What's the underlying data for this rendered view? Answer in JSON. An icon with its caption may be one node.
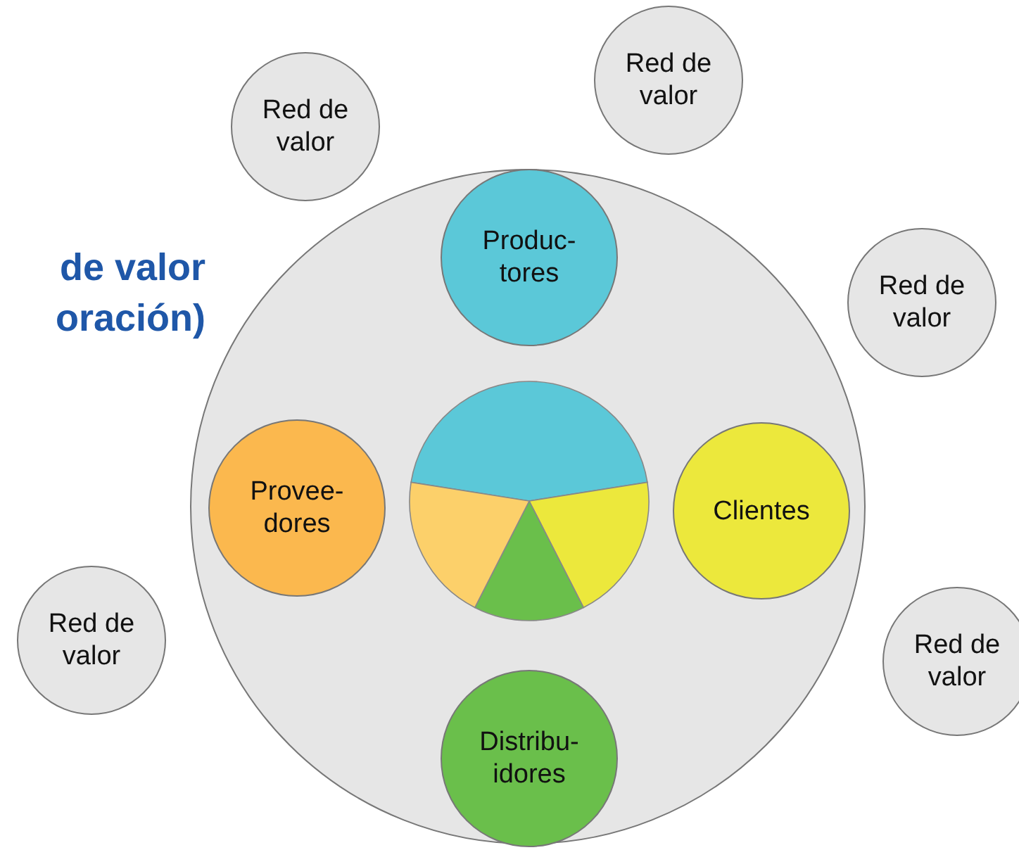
{
  "diagram": {
    "title": "de valor oración)",
    "nodes": [
      {
        "text": [],
        "shape": "circle"
      },
      {
        "text": [
          "Produc- tores"
        ],
        "in": 0
      },
      {
        "text": [
          "Provee- dores"
        ],
        "in": 0
      },
      {
        "text": [],
        "shape": "circle",
        "in": 0
      },
      {
        "text": [
          "Clientes"
        ],
        "in": 0
      },
      {
        "text": [
          "Distribu- idores"
        ],
        "in": 0
      },
      {
        "text": [
          "Red de valor"
        ]
      },
      {
        "text": [
          "Red de valor"
        ]
      },
      {
        "text": [
          "Red de valor"
        ]
      },
      {
        "text": [
          "Red de valor"
        ]
      },
      {
        "text": [
          "Red de valor"
        ]
      }
    ]
  }
}
